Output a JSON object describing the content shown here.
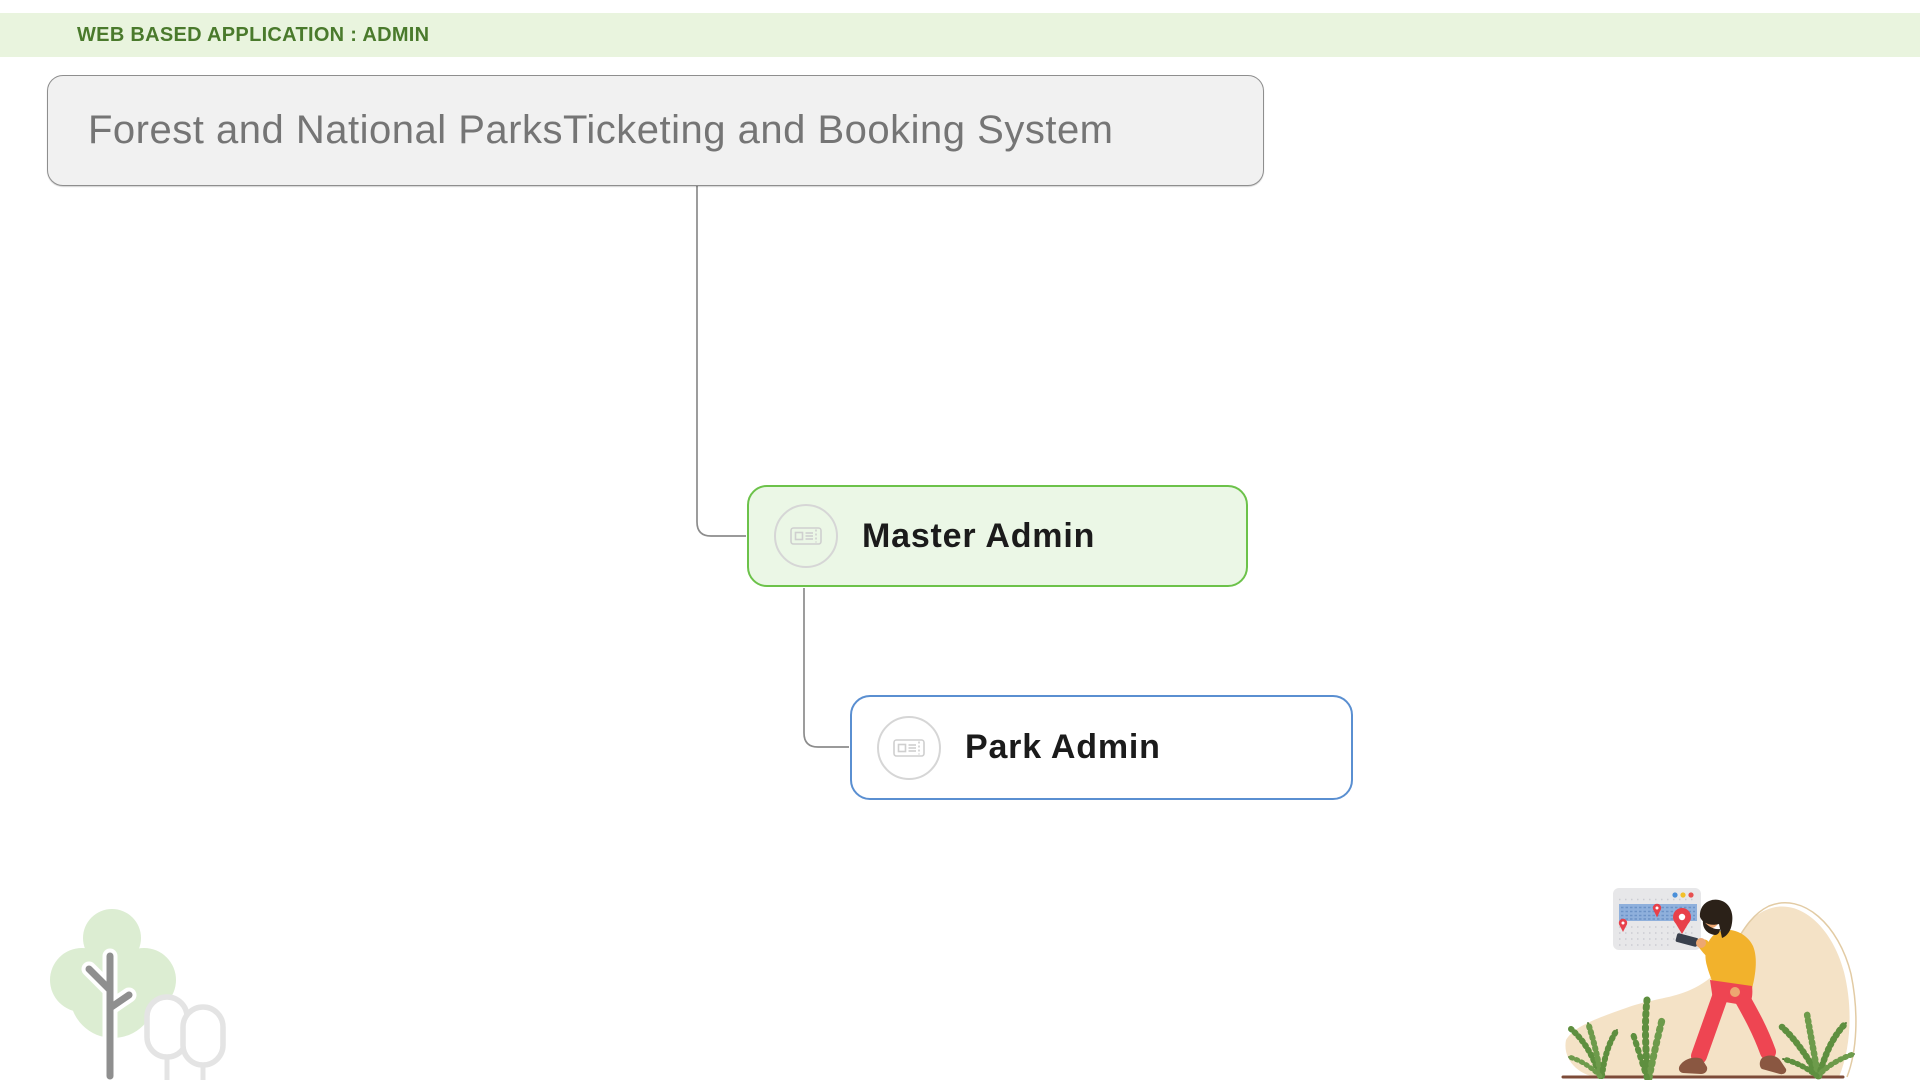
{
  "header": {
    "label": "WEB BASED APPLICATION : ADMIN"
  },
  "diagram": {
    "root": {
      "label": "Forest and National ParksTicketing and Booking System"
    },
    "nodes": [
      {
        "label": "Master Admin",
        "icon": "ticket-icon",
        "accent": "#6cc24a",
        "background": "#ebf7e6"
      },
      {
        "label": "Park Admin",
        "icon": "ticket-icon",
        "accent": "#5a8fd1",
        "background": "#ffffff"
      }
    ]
  },
  "colors": {
    "header_bg": "#e9f4de",
    "header_text": "#4a7a2c",
    "root_bg": "#f1f1f1",
    "root_border": "#8e8e8e",
    "root_text": "#757575",
    "connector": "#8c8c8c",
    "node_text": "#1b1b1b",
    "icon_gray": "#cfcfcf",
    "tree_foliage": "#dcedd2",
    "tree_trunk": "#8f8f8f",
    "blob_peach": "#f4e2c6",
    "map_pin_red": "#e8404a",
    "sweater_yellow": "#f2b22c",
    "pants_red": "#ee4552",
    "plant_green": "#5e8f3f",
    "ground_brown": "#7d4b38"
  },
  "illustrations": {
    "bottom_left": "trees",
    "bottom_right": "man-walking-with-map"
  }
}
